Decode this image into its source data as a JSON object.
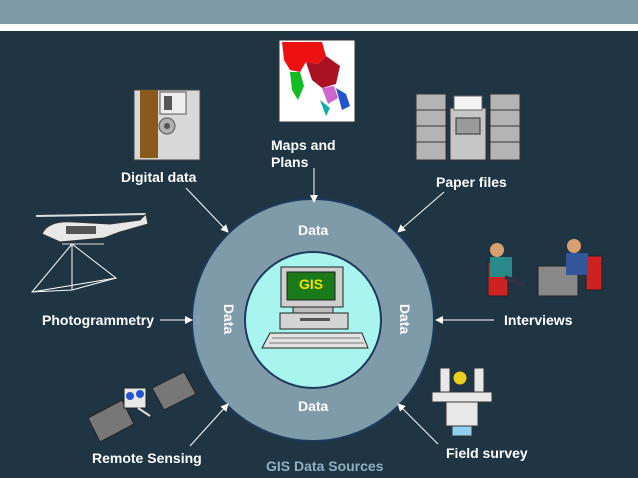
{
  "diagram": {
    "center": "GIS",
    "ring_labels": {
      "top": "Data",
      "bottom": "Data",
      "left": "Data",
      "right": "Data"
    },
    "sources": {
      "maps": "Maps and\nPlans",
      "digital": "Digital data",
      "paper": "Paper files",
      "photogrammetry": "Photogrammetry",
      "interviews": "Interviews",
      "remote": "Remote Sensing",
      "field": "Field survey"
    },
    "caption": "GIS Data Sources"
  },
  "colors": {
    "background": "#1f3544",
    "ring": "#7f9aa8",
    "inner": "#a8f4ee",
    "caption": "#8fb0c4"
  },
  "icons": [
    "floppy-disk-icon",
    "asia-map-icon",
    "filing-cabinet-icon",
    "helicopter-icon",
    "people-interview-icon",
    "satellite-icon",
    "survey-instrument-icon",
    "computer-icon"
  ]
}
